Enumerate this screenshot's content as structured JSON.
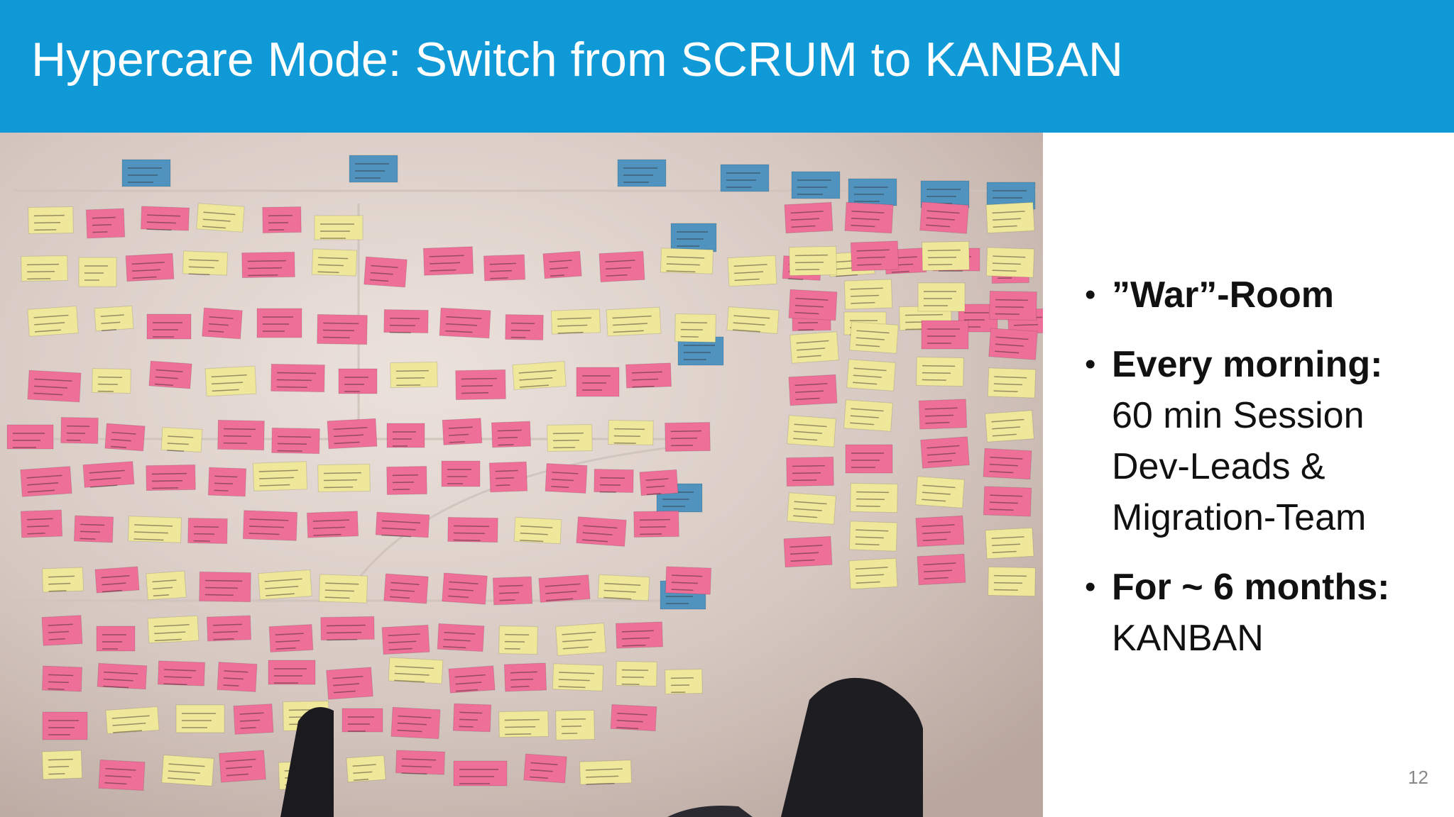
{
  "slide": {
    "title": "Hypercare Mode: Switch from SCRUM to KANBAN",
    "page_number": "12",
    "bullets": [
      {
        "head": "”War”-Room",
        "lines": []
      },
      {
        "head": "Every morning:",
        "lines": [
          "60 min Session",
          "Dev-Leads &",
          "Migration-Team"
        ]
      },
      {
        "head": "For ~ 6 months:",
        "lines": [
          "KANBAN"
        ]
      }
    ]
  },
  "photo": {
    "icon": "kanban-wall-photo-icon"
  },
  "colors": {
    "title_bar": "#0f9ad7",
    "title_text": "#ffffff",
    "body_text": "#111111",
    "page_number": "#888888",
    "note_yellow": "#efe79a",
    "note_pink": "#ee6f98",
    "note_blue": "#4f93be"
  }
}
